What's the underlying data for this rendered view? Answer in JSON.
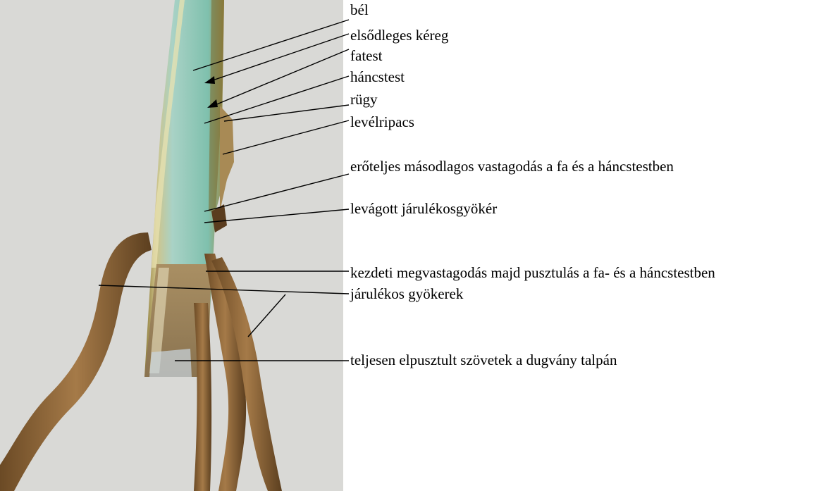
{
  "labels": [
    "bél",
    "elsődleges kéreg",
    "fatest",
    "háncstest",
    "rügy",
    "levélripacs",
    "erőteljes másodlagos vastagodás a fa és a háncstestben",
    "levágott járulékosgyökér",
    "kezdeti megvastagodás majd pusztulás a fa- és a háncstestben",
    "járulékos gyökerek",
    "teljesen elpusztult szövetek a dugvány talpán"
  ]
}
